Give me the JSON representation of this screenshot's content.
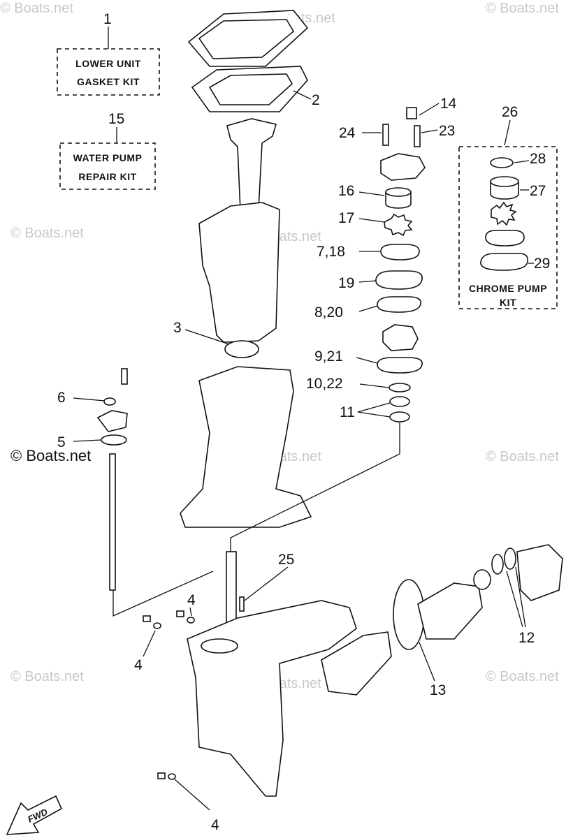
{
  "watermark": "© Boats.net",
  "kits": {
    "lower_unit": {
      "number": "1",
      "line1": "LOWER UNIT",
      "line2": "GASKET KIT"
    },
    "water_pump": {
      "number": "15",
      "line1": "WATER PUMP",
      "line2": "REPAIR KIT"
    },
    "chrome_pump": {
      "number": "26",
      "line1": "CHROME PUMP",
      "line2": "KIT"
    }
  },
  "callouts": {
    "c2": "2",
    "c3": "3",
    "c4a": "4",
    "c4b": "4",
    "c4c": "4",
    "c5": "5",
    "c6": "6",
    "c7_18": "7,18",
    "c8_20": "8,20",
    "c9_21": "9,21",
    "c10_22": "10,22",
    "c11": "11",
    "c12": "12",
    "c13": "13",
    "c14": "14",
    "c16": "16",
    "c17": "17",
    "c19": "19",
    "c23": "23",
    "c24": "24",
    "c25": "25",
    "c27": "27",
    "c28": "28",
    "c29": "29"
  },
  "direction_label": "FWD"
}
